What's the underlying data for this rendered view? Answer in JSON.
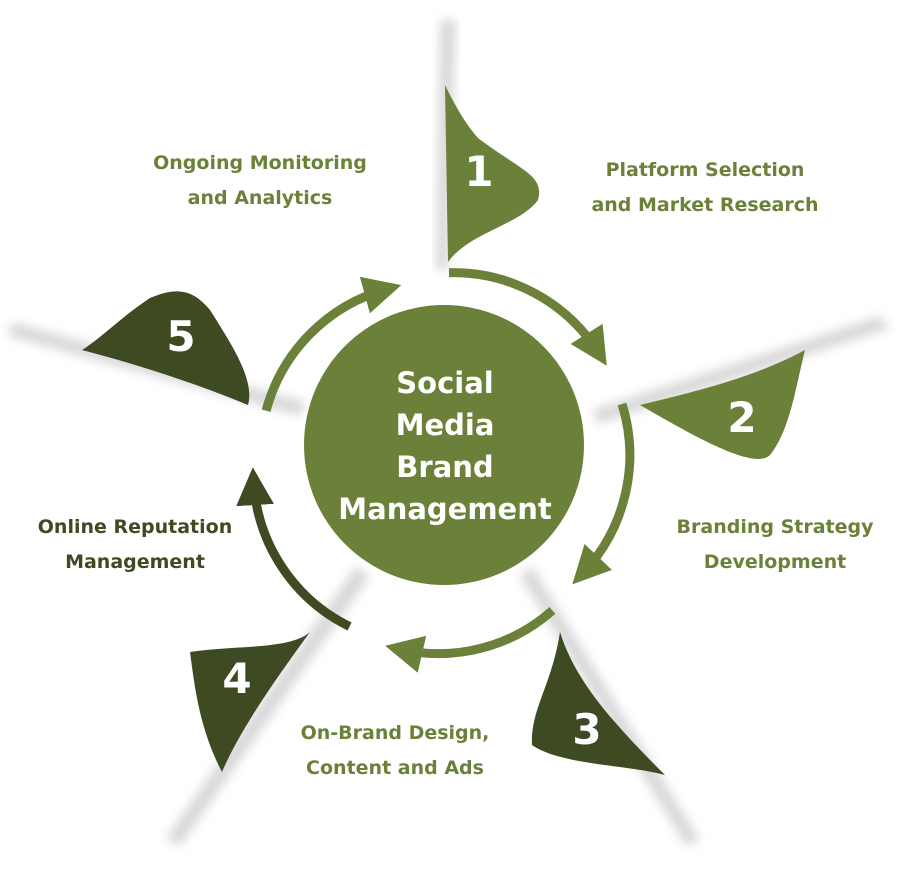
{
  "center": {
    "line1": "Social",
    "line2": "Media",
    "line3": "Brand",
    "line4": "Management"
  },
  "steps": [
    {
      "number": "1",
      "line1": "Platform Selection",
      "line2": "and Market Research"
    },
    {
      "number": "2",
      "line1": "Branding Strategy",
      "line2": "Development"
    },
    {
      "number": "3",
      "line1": "On-Brand Design,",
      "line2": "Content and Ads"
    },
    {
      "number": "4",
      "line1": "Online Reputation",
      "line2": "Management"
    },
    {
      "number": "5",
      "line1": "Ongoing Monitoring",
      "line2": "and Analytics"
    }
  ],
  "colors": {
    "green": "#6b8139",
    "dark_green": "#3e4a22",
    "label_green": "#6b8139",
    "label_dark": "#3e4a22",
    "white": "#ffffff"
  }
}
